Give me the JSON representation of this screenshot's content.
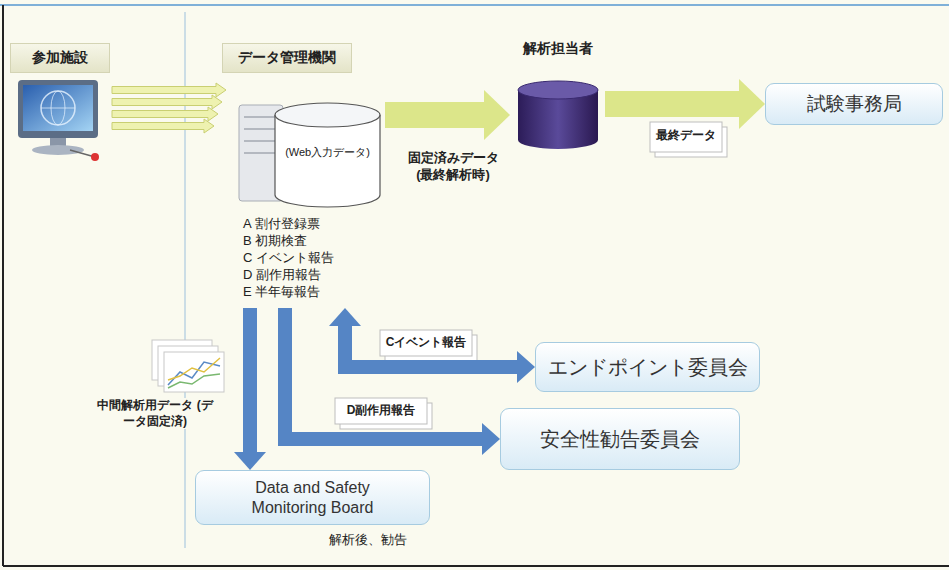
{
  "diagram": {
    "nodes": [
      {
        "text": [
          "参加施設"
        ]
      },
      {
        "text": [
          "データ管理機関"
        ]
      },
      {
        "text": [
          "(Web入力データ)",
          "A 割付登録票",
          "B 初期検査",
          "C イベント報告",
          "D 副作用報告",
          "E 半年毎報告"
        ]
      },
      {
        "text": [
          "解析担当者"
        ]
      },
      {
        "text": [
          "試験事務局"
        ]
      },
      {
        "text": [
          "エンドポイント委員会"
        ]
      },
      {
        "text": [
          "安全性勧告委員会"
        ]
      },
      {
        "text": [
          "Data and Safety Monitoring Board"
        ]
      }
    ],
    "edges": [
      {
        "from": 2,
        "to": 3,
        "label": "固定済みデータ (最終解析時)",
        "arrow": "to"
      },
      {
        "from": 3,
        "to": 4,
        "label": "最終データ",
        "arrow": "to"
      },
      {
        "from": 2,
        "to": 5,
        "label": "Cイベント報告",
        "arrow": "both"
      },
      {
        "from": 2,
        "to": 6,
        "label": "D副作用報告",
        "arrow": "to"
      },
      {
        "from": 2,
        "to": 7,
        "label": "中間解析用データ (データ固定済)",
        "arrow": "to"
      }
    ],
    "labels": [
      "解析後、勧告"
    ]
  }
}
